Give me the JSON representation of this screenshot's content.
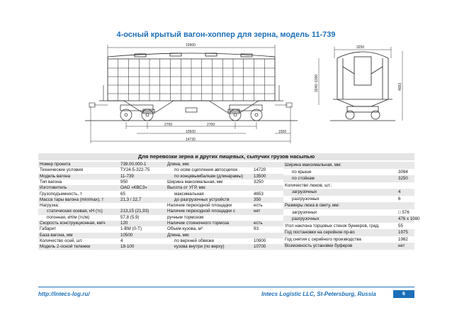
{
  "title": "4-осный крытый вагон-хоппер для зерна, модель 11-739",
  "drawing": {
    "dim_top": "10900",
    "dim_side_width": "3250",
    "dim_height_inner": "3240~1000",
    "dim_height_total": "4683",
    "dim_bogie1": "2700",
    "dim_bogie2": "2700",
    "dim_base": "10500",
    "dim_end": "1500",
    "dim_total": "14720"
  },
  "section_header": "Для перевозки зерна и других пищевых, сыпучих грузов насыпью",
  "col1": [
    {
      "label": "Номер проекта",
      "value": "739.00.000-1"
    },
    {
      "label": "Технические условия",
      "value": "ТУ24-5-322-75"
    },
    {
      "label": "Модель вагона",
      "value": "11-739"
    },
    {
      "label": "Тип вагона",
      "value": "950"
    },
    {
      "label": "Изготовитель",
      "value": "ОАО «КВСЗ»"
    },
    {
      "label": "Грузоподъемность, т",
      "value": "65"
    },
    {
      "label": "Масса тары вагона (min/max), т",
      "value": "21,3 / 22,7"
    },
    {
      "label": "Нагрузка:",
      "value": ""
    },
    {
      "label": "статическая осевая, кН (тс)",
      "value": "213,15 (21,93)",
      "indent": true
    },
    {
      "label": "погонная, кН/м (тс/м)",
      "value": "57,8 (5,9)",
      "indent": true
    },
    {
      "label": "Скорость конструкционная, км/ч",
      "value": "120"
    },
    {
      "label": "Габарит",
      "value": "1-ВМ (0-Т)"
    },
    {
      "label": "База вагона, мм",
      "value": "10500"
    },
    {
      "label": "Количество осей, шт.",
      "value": "4"
    },
    {
      "label": "Модель 2-осной тележки",
      "value": "18-100"
    }
  ],
  "col2": [
    {
      "label": "Длина, мм:",
      "value": ""
    },
    {
      "label": "по осям сцепления автосцепок",
      "value": "14720",
      "indent": true
    },
    {
      "label": "по концевымбалкам (длинарамы)",
      "value": "13500",
      "indent": true
    },
    {
      "label": "Ширина максимальная, мм",
      "value": "3250"
    },
    {
      "label": "Высота от УГР, мм:",
      "value": ""
    },
    {
      "label": "максимальная",
      "value": "4653",
      "indent": true
    },
    {
      "label": "до разгрузочных устройств",
      "value": "350",
      "indent": true
    },
    {
      "label": "Наличие переходной площадки",
      "value": "есть"
    },
    {
      "label": "Наличие переходной площадки с",
      "value": "нет"
    },
    {
      "label": "ручным тормозом",
      "value": ""
    },
    {
      "label": "Наличие стояночного тормоза",
      "value": "есть"
    },
    {
      "label": "Объем кузова, м³",
      "value": "93"
    },
    {
      "label": "Длина, мм:",
      "value": ""
    },
    {
      "label": "по верхней обвязке",
      "value": "10900",
      "indent": true
    },
    {
      "label": "кузова внутри (по верху)",
      "value": "10700",
      "indent": true
    }
  ],
  "col3": [
    {
      "label": "Ширина максимальная, мм:",
      "value": ""
    },
    {
      "label": "по крыше",
      "value": "3094",
      "indent": true
    },
    {
      "label": "по стойкам",
      "value": "3250",
      "indent": true
    },
    {
      "label": "Количество люков, шт.:",
      "value": ""
    },
    {
      "label": "загрузочных",
      "value": "4",
      "indent": true
    },
    {
      "label": "разгрузочных",
      "value": "6",
      "indent": true
    },
    {
      "label": "Размеры люка в свету, мм:",
      "value": ""
    },
    {
      "label": "загрузочных",
      "value": "□ 576",
      "indent": true
    },
    {
      "label": "разгрузочных",
      "value": "476 x 1080",
      "indent": true
    },
    {
      "label": "Угол наклона торцовых стенок бункеров, град.",
      "value": "55"
    },
    {
      "label": "Год постановки на серийное пр-во",
      "value": "1975"
    },
    {
      "label": "Год снятия с серийного производства",
      "value": "1982"
    },
    {
      "label": "Возможность установки буферов",
      "value": "нет"
    }
  ],
  "footer": {
    "url": "http://intecs-log.ru/",
    "company": "Intecs Logistic LLC, St-Petersburg, Russia",
    "page": "6"
  },
  "colors": {
    "accent": "#1c6fb8",
    "header_band": "#e4e4e4"
  }
}
